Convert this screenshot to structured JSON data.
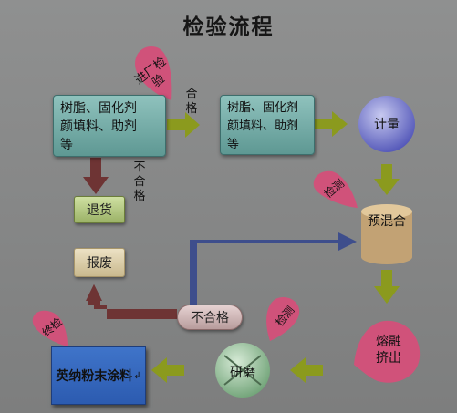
{
  "title": "检验流程",
  "nodes": {
    "raw_materials": [
      "树脂、固化剂",
      "颜填料、助剂",
      "等"
    ],
    "accepted_materials": [
      "树脂、固化剂",
      "颜填料、助剂",
      "等"
    ],
    "metering": "计量",
    "premix": "预混合",
    "melt_extrude": [
      "熔融",
      "挤出"
    ],
    "grinding": "研磨",
    "product": "英纳粉末涂料",
    "product_mark": "↲",
    "return_goods": "退货",
    "scrap": "报废",
    "unqualified_box": "不合格"
  },
  "labels": {
    "incoming_inspection": "进厂检验",
    "qualified": "合格",
    "unqualified_vertical": "不合格",
    "inspection_1": "检测",
    "inspection_2": "检测",
    "final_inspection": "终检"
  },
  "colors": {
    "arrow_green": "#8b9a1e",
    "arrow_red": "#6e3434",
    "arrow_blue": "#3e4e8c",
    "teardrop_pink": "#d0527a"
  }
}
